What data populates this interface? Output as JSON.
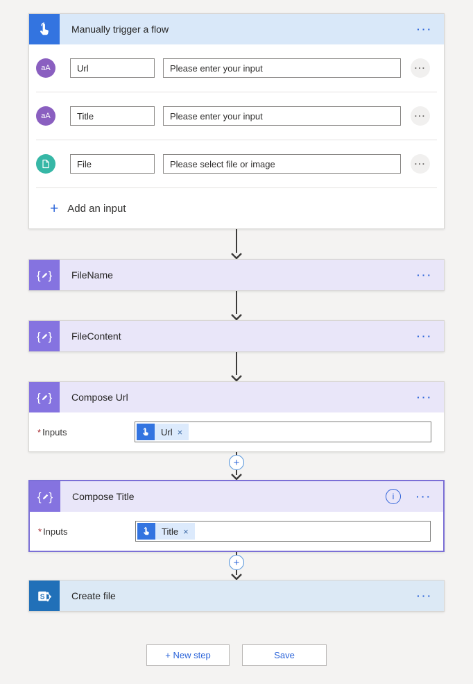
{
  "colors": {
    "page_bg": "#f4f3f2",
    "trigger_blue": "#3374e0",
    "trigger_header_bg": "#d9e8f9",
    "compose_purple": "#8573e0",
    "compose_header_bg": "#e9e6f9",
    "sharepoint_blue": "#2170b8",
    "sharepoint_header_bg": "#dce9f5",
    "accent_blue": "#2b64d9",
    "selected_border": "#7b6fd6",
    "arrow_gray": "#3b3a39",
    "required_red": "#a4262c",
    "token_chip_bg": "#dceafc",
    "text_badge_purple": "#8a5fc0",
    "file_badge_teal": "#36b7a6"
  },
  "icons": {
    "menu_dots": "···",
    "text_input_badge": "aA",
    "info": "i",
    "plus": "+"
  },
  "trigger": {
    "title": "Manually trigger a flow",
    "rows": [
      {
        "kind": "text",
        "label": "Url",
        "placeholder": "Please enter your input"
      },
      {
        "kind": "text",
        "label": "Title",
        "placeholder": "Please enter your input"
      },
      {
        "kind": "file",
        "label": "File",
        "placeholder": "Please select file or image"
      }
    ],
    "add_input": "Add an input"
  },
  "actions": {
    "file_name": {
      "title": "FileName"
    },
    "file_content": {
      "title": "FileContent"
    },
    "compose_url": {
      "title": "Compose Url",
      "required_mark": "*",
      "inputs_label": "Inputs",
      "token": {
        "label": "Url",
        "remove": "×"
      }
    },
    "compose_title": {
      "title": "Compose Title",
      "required_mark": "*",
      "inputs_label": "Inputs",
      "token": {
        "label": "Title",
        "remove": "×"
      }
    },
    "create_file": {
      "title": "Create file"
    }
  },
  "footer": {
    "new_step": "+ New step",
    "save": "Save"
  }
}
